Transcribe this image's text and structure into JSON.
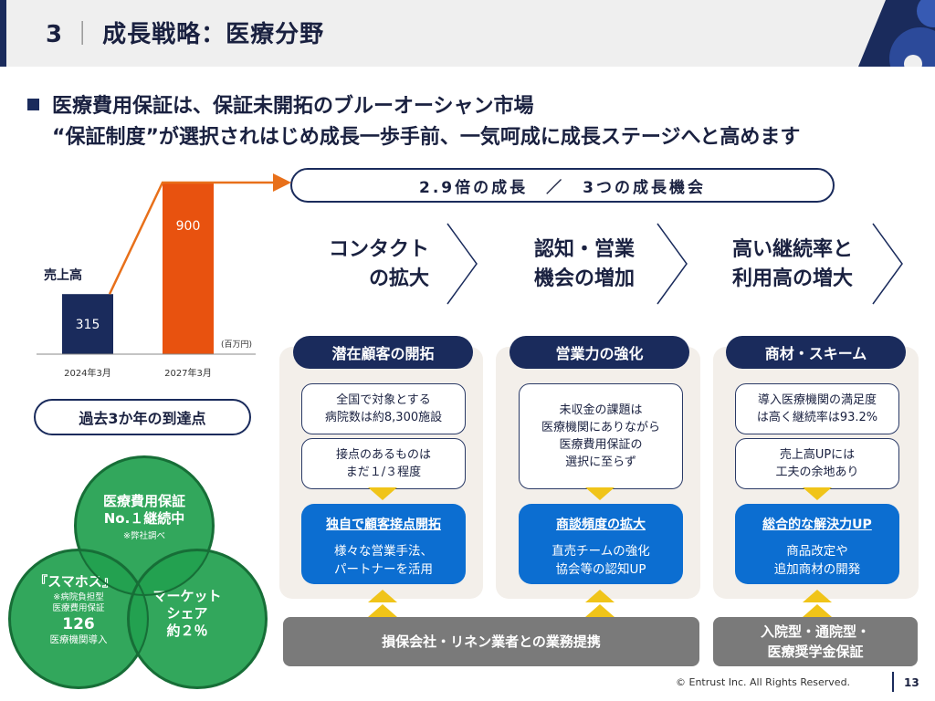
{
  "header": {
    "section_number": "3",
    "separator": "｜",
    "title": "成長戦略：医療分野"
  },
  "headline": {
    "line1": "医療費用保証は、保証未開拓のブルーオーシャン市場",
    "line2": "“保証制度”が選択されはじめ成長一歩手前、一気呵成に成長ステージへと高めます"
  },
  "growth_pill": "2.9倍の成長　／　3つの成長機会",
  "chart_data": {
    "type": "bar",
    "categories": [
      "2024年3月",
      "2027年3月"
    ],
    "values": [
      315,
      900
    ],
    "series_label": "売上高",
    "unit_label": "(百万円)",
    "bar_colors": [
      "#1a2b5c",
      "#e8520f"
    ],
    "arrow_color": "#e8701a"
  },
  "opportunities": [
    {
      "chevron": [
        "コンタクト",
        "の拡大"
      ],
      "heading": "潜在顧客の開拓",
      "facts": [
        [
          "全国で対象とする",
          "病院数は約8,300施設"
        ],
        [
          "接点のあるものは",
          "まだ１/３程度"
        ]
      ],
      "action_title": "独自で顧客接点開拓",
      "action_desc": [
        "様々な営業手法、",
        "パートナーを活用"
      ]
    },
    {
      "chevron": [
        "認知・営業",
        "機会の増加"
      ],
      "heading": "営業力の強化",
      "facts": [
        [
          "未収金の課題は",
          "医療機関にありながら",
          "医療費用保証の",
          "選択に至らず"
        ]
      ],
      "action_title": "商談頻度の拡大",
      "action_desc": [
        "直売チームの強化",
        "協会等の認知UP"
      ]
    },
    {
      "chevron": [
        "高い継続率と",
        "利用高の増大"
      ],
      "heading": "商材・スキーム",
      "facts": [
        [
          "導入医療機関の満足度",
          "は高く継続率は93.2%"
        ],
        [
          "売上高UPには",
          "工夫の余地あり"
        ]
      ],
      "action_title": "総合的な解決力UP",
      "action_desc": [
        "商品改定や",
        "追加商材の開発"
      ]
    }
  ],
  "partnership_bar": "損保会社・リネン業者との業務提携",
  "product_bar": [
    "入院型・通院型・",
    "医療奨学金保証"
  ],
  "achievements": {
    "label": "過去3か年の到達点",
    "circle_top": {
      "line1": "医療費用保証",
      "line2": "No.１継続中",
      "note": "※弊社調べ"
    },
    "circle_left": {
      "line1": "『スマホス』",
      "note1": "※病院負担型",
      "note2": "医療費用保証",
      "number": "126",
      "line3": "医療機関導入"
    },
    "circle_right": {
      "line1": "マーケット",
      "line2": "シェア",
      "line3": "約２％"
    }
  },
  "colors": {
    "navy": "#1a2b5c",
    "orange": "#e8520f",
    "blue": "#0c6ed1",
    "green": "#22a050",
    "yellow": "#f0c419",
    "gray": "#7a7a7a"
  },
  "footer": {
    "copyright": "© Entrust Inc. All Rights Reserved.",
    "page_number": "13"
  }
}
